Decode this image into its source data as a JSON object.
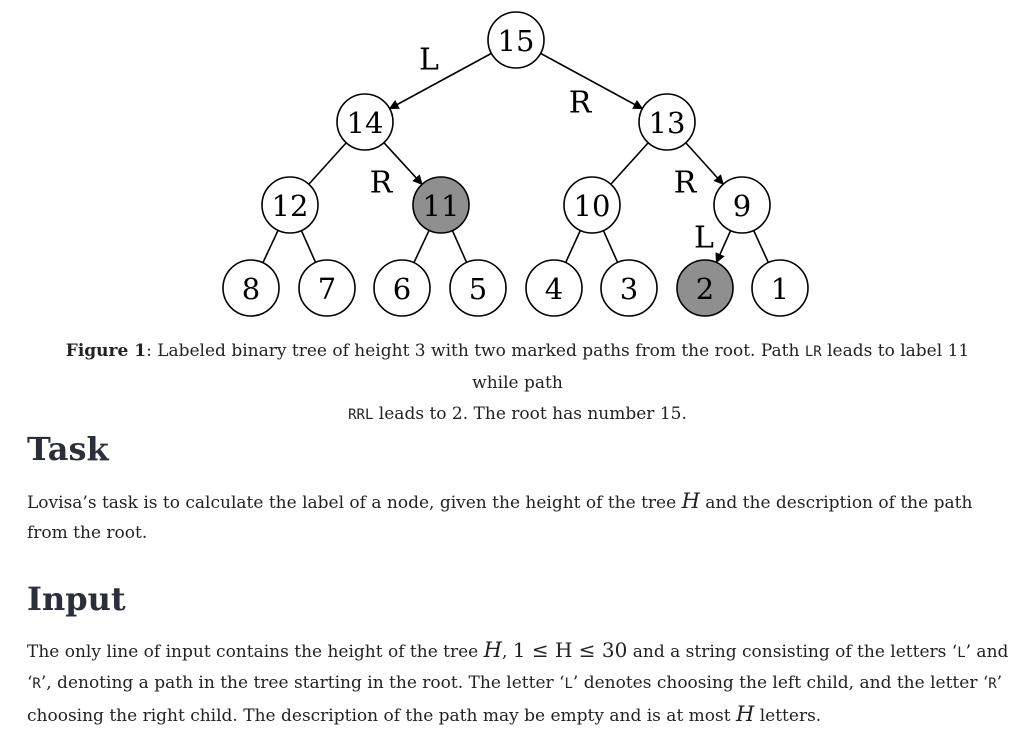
{
  "tree": {
    "nodes": [
      {
        "label": "15",
        "marked": false
      },
      {
        "label": "14",
        "marked": false
      },
      {
        "label": "13",
        "marked": false
      },
      {
        "label": "12",
        "marked": false
      },
      {
        "label": "11",
        "marked": true
      },
      {
        "label": "10",
        "marked": false
      },
      {
        "label": "9",
        "marked": false
      },
      {
        "label": "8",
        "marked": false
      },
      {
        "label": "7",
        "marked": false
      },
      {
        "label": "6",
        "marked": false
      },
      {
        "label": "5",
        "marked": false
      },
      {
        "label": "4",
        "marked": false
      },
      {
        "label": "3",
        "marked": false
      },
      {
        "label": "2",
        "marked": true
      },
      {
        "label": "1",
        "marked": false
      }
    ],
    "edge_labels": [
      "L",
      "R",
      "R",
      "R",
      "L"
    ]
  },
  "caption": {
    "figure_label": "Figure 1",
    "part1": ": Labeled binary tree of height 3 with two marked paths from the root. Path ",
    "path1": "LR",
    "part2": " leads to label 11 while path",
    "path2": "RRL",
    "part3": " leads to 2. The root has number 15."
  },
  "task": {
    "heading": "Task",
    "text1": "Lovisa’s task is to calculate the label of a node, given the height of the tree ",
    "var_h": "H",
    "text2": " and the description of the path from the root."
  },
  "input": {
    "heading": "Input",
    "t1": "The only line of input contains the height of the tree ",
    "var_h": "H",
    "t2": ", ",
    "range": "1 ≤ H ≤ 30",
    "t3": " and a string consisting of the letters ‘",
    "l": "L",
    "t4": "’ and",
    "t5": "‘",
    "r": "R",
    "t6": "’, denoting a path in the tree starting in the root. The letter ‘",
    "l2": "L",
    "t7": "’ denotes choosing the left child, and the letter ‘",
    "r2": "R",
    "t8": "’",
    "t9": "choosing the right child. The description of the path may be empty and is at most ",
    "var_h2": "H",
    "t10": " letters."
  }
}
